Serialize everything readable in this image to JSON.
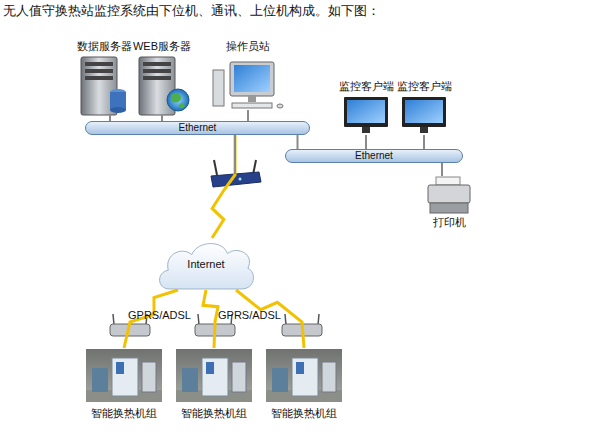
{
  "diagram": {
    "title": "无人值守换热站监控系统由下位机、通讯、上位机构成。如下图：",
    "nodes": [
      {
        "text": [
          "数据服务器"
        ]
      },
      {
        "text": [
          "WEB服务器"
        ]
      },
      {
        "text": [
          "操作员站"
        ]
      },
      {
        "text": [
          "Ethernet"
        ]
      },
      {
        "text": [
          "监控客户端"
        ]
      },
      {
        "text": [
          "监控客户端"
        ]
      },
      {
        "text": [
          "Ethernet"
        ]
      },
      {
        "text": [
          "打印机"
        ]
      },
      {
        "text": [
          "Internet"
        ]
      },
      {
        "text": [
          "智能换热机组"
        ]
      },
      {
        "text": [
          "智能换热机组"
        ]
      },
      {
        "text": [
          "智能换热机组"
        ]
      }
    ],
    "edges": [
      {
        "from": 0,
        "to": 3,
        "arrow": "none"
      },
      {
        "from": 1,
        "to": 3,
        "arrow": "none"
      },
      {
        "from": 2,
        "to": 3,
        "arrow": "none"
      },
      {
        "from": 3,
        "to": 6,
        "arrow": "none"
      },
      {
        "from": 4,
        "to": 6,
        "arrow": "none"
      },
      {
        "from": 5,
        "to": 6,
        "arrow": "none"
      },
      {
        "from": 6,
        "to": 7,
        "arrow": "none"
      },
      {
        "from": 3,
        "to": 8,
        "arrow": "none"
      },
      {
        "from": 8,
        "to": 9,
        "arrow": "none"
      },
      {
        "from": 8,
        "to": 10,
        "arrow": "none"
      },
      {
        "from": 8,
        "to": 11,
        "arrow": "none"
      }
    ],
    "labels": [
      "GPRS/ADSL",
      "GPRS/ADSL"
    ]
  }
}
